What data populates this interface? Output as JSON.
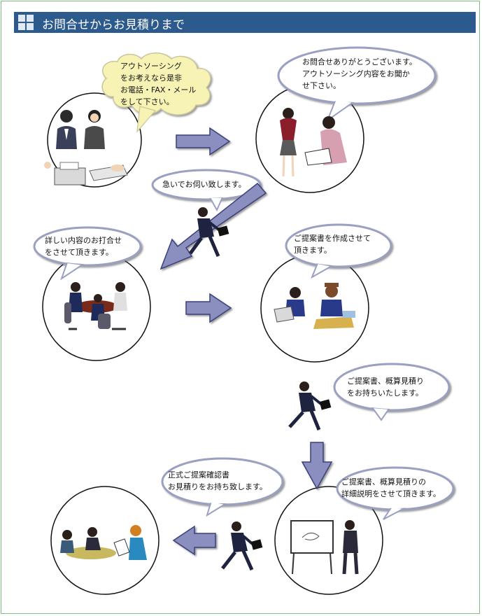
{
  "header": {
    "title": "お問合せからお見積りまで"
  },
  "colors": {
    "header": "#2c5a8c",
    "arrow": "#8a8fbf",
    "arrow_shadow": "#3a3f7a",
    "frame": "#7fbf7f"
  },
  "steps": {
    "step1": {
      "lines": [
        "アウトソーシング",
        "をお考えなら是非",
        "お電話・FAX・メール",
        "をして下さい。"
      ]
    },
    "step2": {
      "lines": [
        "お問合せありがとうございます。",
        "アウトソーシング内容をお聞か",
        "せ下さい。"
      ]
    },
    "step3": {
      "lines": [
        "急いでお伺い致します。"
      ]
    },
    "step4": {
      "lines": [
        "詳しい内容のお打合せ",
        "をさせて頂きます。"
      ]
    },
    "step5": {
      "lines": [
        "ご提案書を作成させて",
        "頂きます。"
      ]
    },
    "step6": {
      "lines": [
        "ご提案書、概算見積り",
        "をお持ちいたします。"
      ]
    },
    "step7": {
      "lines": [
        "ご提案書、概算見積りの",
        "詳細説明をさせて頂きます。"
      ]
    },
    "step8": {
      "lines": [
        "正式ご提案確認書",
        "お見積りをお持ち致します。"
      ]
    }
  }
}
